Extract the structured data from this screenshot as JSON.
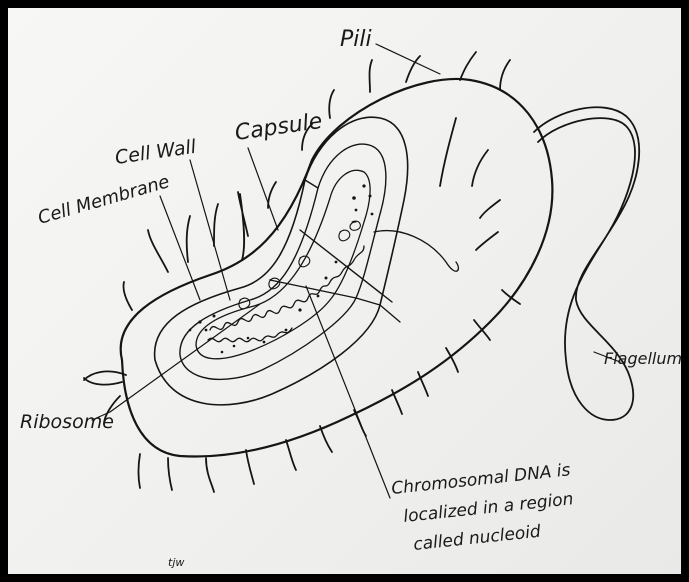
{
  "labels": {
    "pili": "Pili",
    "capsule": "Capsule",
    "cell_wall": "Cell Wall",
    "cell_membrane": "Cell Membrane",
    "flagellum": "Flagellum",
    "ribosome": "Ribosome",
    "nucleoid_line1": "Chromosomal DNA is",
    "nucleoid_line2": "localized in a region",
    "nucleoid_line3": "called nucleoid",
    "signature": "tjw"
  }
}
